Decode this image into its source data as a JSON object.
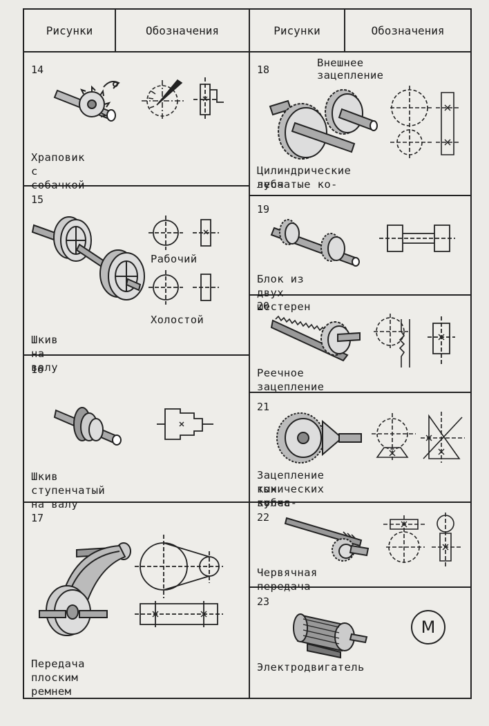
{
  "header": {
    "col_pictures_left": "Рисунки",
    "col_symbols_left": "Обозначения",
    "col_pictures_right": "Рисунки",
    "col_symbols_right": "Обозначения"
  },
  "items": {
    "i14": {
      "number": "14",
      "caption": "Храповик с собачкой"
    },
    "i15": {
      "number": "15",
      "caption": "Шкив на валу",
      "label_working": "Рабочий",
      "label_idle": "Холостой"
    },
    "i16": {
      "number": "16",
      "caption": "Шкив ступенчатый на валу"
    },
    "i17": {
      "number": "17",
      "caption": "Передача плоским ремнем"
    },
    "i18": {
      "number": "18",
      "note": "Внешнее зацепление",
      "caption_line1": "Цилиндрические зубчатые ко-",
      "caption_line2": "леса"
    },
    "i19": {
      "number": "19",
      "caption": "Блок из двух шестерен"
    },
    "i20": {
      "number": "20",
      "caption": "Реечное зацепление"
    },
    "i21": {
      "number": "21",
      "caption_line1": "Зацепление конических зубча-",
      "caption_line2": "тых колес"
    },
    "i22": {
      "number": "22",
      "caption": "Червячная передача"
    },
    "i23": {
      "number": "23",
      "caption": "Электродвигатель",
      "motor_symbol": "М"
    }
  }
}
